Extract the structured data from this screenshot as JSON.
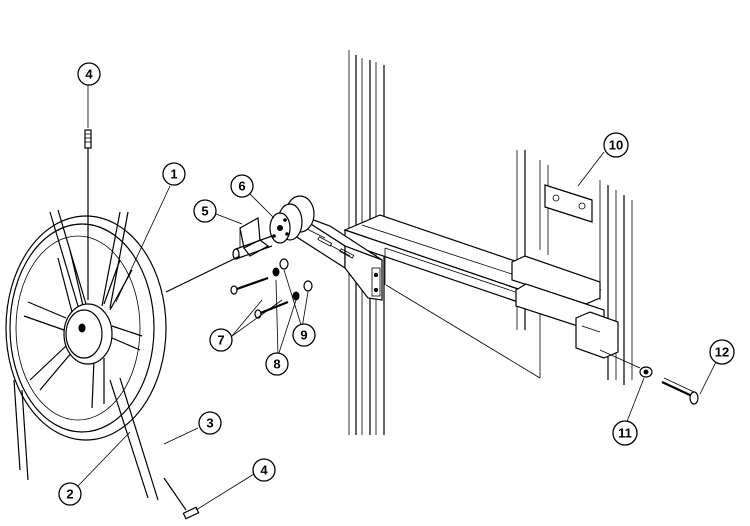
{
  "callouts": [
    {
      "label": "1"
    },
    {
      "label": "2"
    },
    {
      "label": "3"
    },
    {
      "label": "4"
    },
    {
      "label": "4"
    },
    {
      "label": "5"
    },
    {
      "label": "6"
    },
    {
      "label": "7"
    },
    {
      "label": "8"
    },
    {
      "label": "9"
    },
    {
      "label": "10"
    },
    {
      "label": "11"
    },
    {
      "label": "12"
    }
  ]
}
